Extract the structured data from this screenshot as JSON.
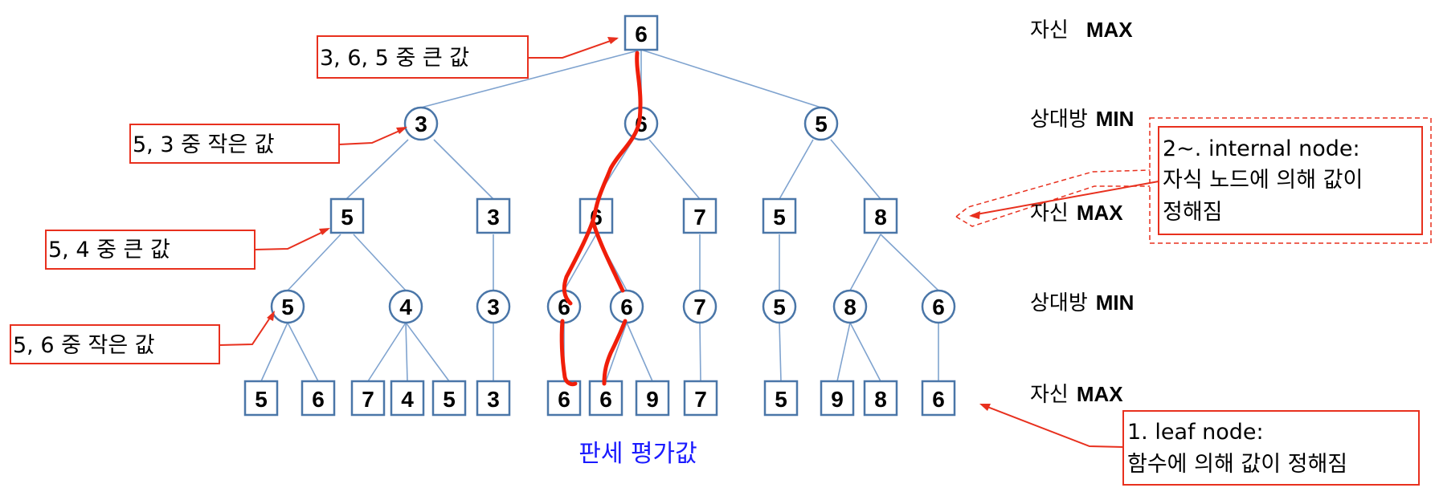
{
  "tree": {
    "root": "6",
    "level1": [
      "3",
      "6",
      "5"
    ],
    "level2": [
      "5",
      "3",
      "6",
      "7",
      "5",
      "8"
    ],
    "level3": [
      "5",
      "4",
      "3",
      "6",
      "6",
      "7",
      "5",
      "8",
      "6"
    ],
    "leaves": [
      "5",
      "6",
      "7",
      "4",
      "5",
      "3",
      "6",
      "6",
      "9",
      "7",
      "5",
      "9",
      "8",
      "6"
    ]
  },
  "levels": [
    {
      "who": "자신",
      "role": "MAX"
    },
    {
      "who": "상대방",
      "role": "MIN"
    },
    {
      "who": "자신",
      "role": "MAX"
    },
    {
      "who": "상대방",
      "role": "MIN"
    },
    {
      "who": "자신",
      "role": "MAX"
    }
  ],
  "callouts": {
    "root_note": "3, 6, 5 중 큰 값",
    "level1_note": "5, 3 중 작은 값",
    "level2_note": "5, 4 중 큰 값",
    "level3_note": "5, 6 중 작은 값",
    "internal_line1": "2~. internal node:",
    "internal_line2": "자식 노드에 의해 값이",
    "internal_line3": "정해짐",
    "leaf_line1": "1. leaf node:",
    "leaf_line2": "함수에 의해 값이 정해짐"
  },
  "caption": "판세 평가값",
  "colors": {
    "node_border": "#4a76a8",
    "edge": "#7fa3cf",
    "callout": "#e8301e",
    "path": "#f01e0a",
    "caption": "#1a1aff"
  }
}
